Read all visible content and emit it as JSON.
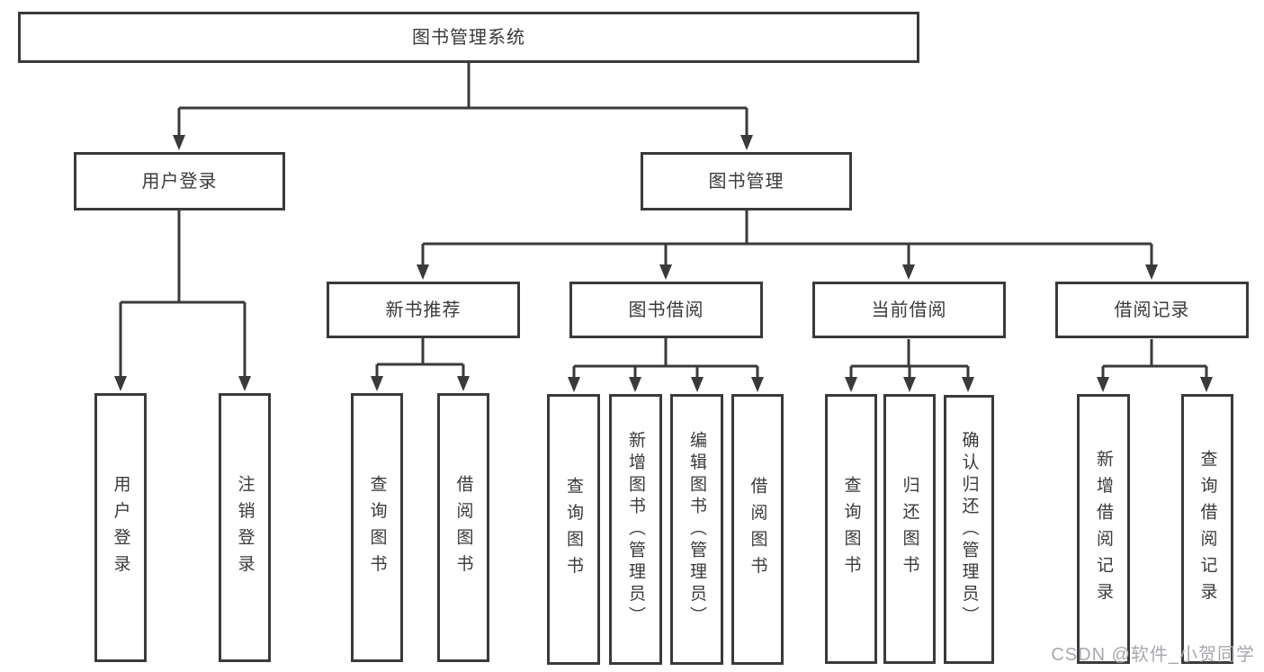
{
  "tree": {
    "root": {
      "label": "图书管理系统"
    },
    "branches": [
      {
        "label": "用户登录",
        "leaves": [
          {
            "label": "用户登录"
          },
          {
            "label": "注销登录"
          }
        ]
      },
      {
        "label": "图书管理",
        "groups": [
          {
            "label": "新书推荐",
            "leaves": [
              {
                "label": "查询图书"
              },
              {
                "label": "借阅图书"
              }
            ]
          },
          {
            "label": "图书借阅",
            "leaves": [
              {
                "label": "查询图书"
              },
              {
                "label": "新增图书（管理员）"
              },
              {
                "label": "编辑图书（管理员）"
              },
              {
                "label": "借阅图书"
              }
            ]
          },
          {
            "label": "当前借阅",
            "leaves": [
              {
                "label": "查询图书"
              },
              {
                "label": "归还图书"
              },
              {
                "label": "确认归还（管理员）"
              }
            ]
          },
          {
            "label": "借阅记录",
            "leaves": [
              {
                "label": "新增借阅记录"
              },
              {
                "label": "查询借阅记录"
              }
            ]
          }
        ]
      }
    ]
  },
  "watermark": "CSDN @软件_小贺同学",
  "colors": {
    "line": "#3a3a3a",
    "box_border": "#3a3a3a",
    "box_fill": "#ffffff",
    "text": "#3a3a3a",
    "watermark": "#a5a8ad"
  }
}
